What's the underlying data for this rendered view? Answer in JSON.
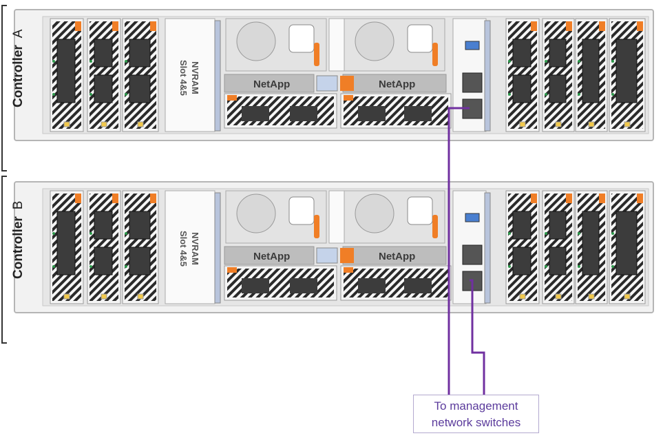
{
  "controllers": [
    {
      "name": "Controller",
      "letter": "A",
      "nvram_line1": "NVRAM",
      "nvram_line2": "Slot 4&5",
      "brand_left": "NetApp",
      "brand_right": "NetApp"
    },
    {
      "name": "Controller",
      "letter": "B",
      "nvram_line1": "NVRAM",
      "nvram_line2": "Slot 4&5",
      "brand_left": "NetApp",
      "brand_right": "NetApp"
    }
  ],
  "callout": {
    "line1": "To management",
    "line2": "network switches"
  },
  "colors": {
    "cable": "#7030a0",
    "orange": "#f07e26",
    "callout_text": "#5b3b9c",
    "chassis": "#e9e9e9"
  }
}
